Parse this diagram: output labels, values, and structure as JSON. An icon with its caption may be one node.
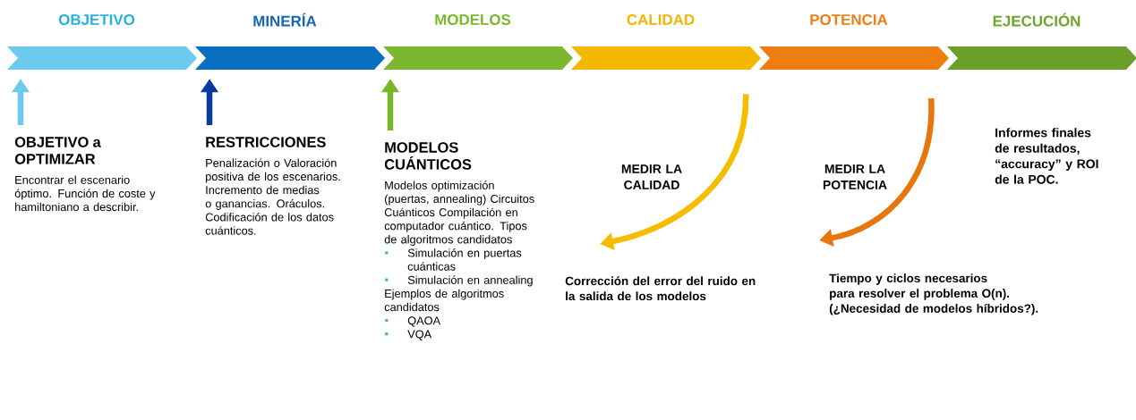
{
  "diagram": {
    "nodes": [
      {
        "text": [
          "OBJETIVO"
        ]
      },
      {
        "text": [
          "MINERÍA"
        ]
      },
      {
        "text": [
          "MODELOS"
        ]
      },
      {
        "text": [
          "CALIDAD"
        ]
      },
      {
        "text": [
          "POTENCIA"
        ]
      },
      {
        "text": [
          "EJECUCIÓN"
        ]
      },
      {
        "text": [
          "OBJETIVO a OPTIMIZAR",
          "Encontrar el escenario óptimo. Función de coste y hamiltoniano a describir."
        ]
      },
      {
        "text": [
          "RESTRICCIONES",
          "Penalización o Valoración positiva de los escenarios. Incremento de medias o ganancias. Oráculos. Codificación de los datos cuánticos."
        ]
      },
      {
        "text": [
          "MODELOS CUÁNTICOS",
          "Modelos optimización (puertas, annealing) Circuitos Cuánticos Compilación en computador cuántico. Tipos de algoritmos candidatos",
          "Simulación en puertas cuánticas",
          "Simulación en annealing",
          "Ejemplos de algoritmos candidatos",
          "QAOA",
          "VQA"
        ]
      },
      {
        "text": [
          "Corrección del error del ruido en la salida de los modelos"
        ]
      },
      {
        "text": [
          "Tiempo y ciclos necesarios para resolver el problema O(n). (¿Necesidad de modelos híbridos?)."
        ]
      }
    ],
    "edges": [
      {
        "from": 6,
        "to": 0,
        "arrow": "to",
        "color": "#6ccbec"
      },
      {
        "from": 7,
        "to": 1,
        "arrow": "to",
        "color": "#0a3a9e"
      },
      {
        "from": 8,
        "to": 2,
        "arrow": "to",
        "color": "#77b82a"
      },
      {
        "from": 3,
        "to": 9,
        "arrow": "to",
        "color": "#f5bd00",
        "label": "MEDIR LA CALIDAD"
      },
      {
        "from": 4,
        "to": 10,
        "arrow": "to",
        "color": "#e8760f",
        "label": "MEDIR LA POTENCIA"
      }
    ],
    "labels": [
      "Informes finales de resultados, “accuracy” y ROI de la POC."
    ]
  }
}
